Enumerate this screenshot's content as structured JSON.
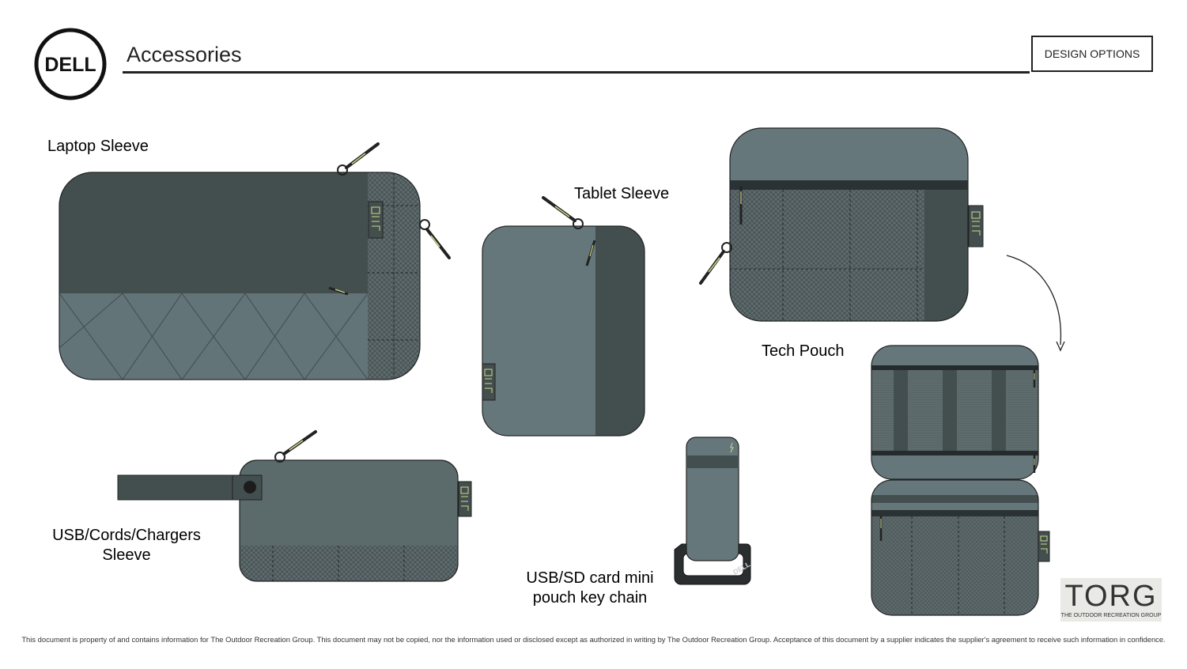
{
  "header": {
    "logo_text": "DELL",
    "title": "Accessories",
    "badge": "DESIGN OPTIONS"
  },
  "products": {
    "laptop_sleeve": "Laptop Sleeve",
    "tablet_sleeve": "Tablet Sleeve",
    "tech_pouch": "Tech Pouch",
    "usb_sleeve_line1": "USB/Cords/Chargers",
    "usb_sleeve_line2": "Sleeve",
    "keychain_line1": "USB/SD card mini",
    "keychain_line2": "pouch key chain"
  },
  "torg": {
    "name": "TORG",
    "tagline": "THE OUTDOOR RECREATION GROUP"
  },
  "footer": {
    "disclaimer": "This document is property of and contains information for The Outdoor Recreation Group. This document may not be copied, nor the information used or disclosed except as authorized in writing by The Outdoor Recreation Group. Acceptance of this document by a supplier indicates the supplier's agreement to receive such information in confidence."
  },
  "colors": {
    "dark_panel": "#434e4e",
    "mid_panel": "#637479",
    "light_panel": "#66777c",
    "mesh": "#5e6b6d",
    "zip_accent": "#cfd98a"
  },
  "icons": [
    "dell-logo-icon",
    "zipper-pull-icon",
    "dell-tag-icon",
    "curved-arrow-icon",
    "torg-logo-icon"
  ]
}
